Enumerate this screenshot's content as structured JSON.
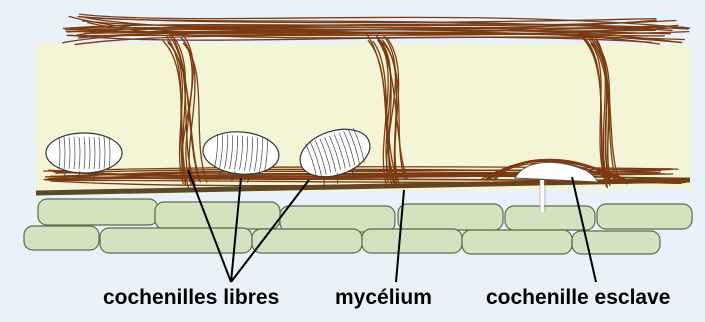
{
  "labels": {
    "free_scales": "cochenilles libres",
    "mycelium": "mycélium",
    "enslaved_scale": "cochenille esclave"
  },
  "colors": {
    "background": "#e9f1fa",
    "bark": "#f3f5d6",
    "cells": "#d3e2bf",
    "cell_outline": "#5b6b4a",
    "hyphae": "#7a3b12",
    "surface_line": "#5a4a28",
    "scale_fill": "#ffffff",
    "text": "#000000"
  },
  "icons": [
    "scale-insect-icon",
    "arrow-icon"
  ]
}
